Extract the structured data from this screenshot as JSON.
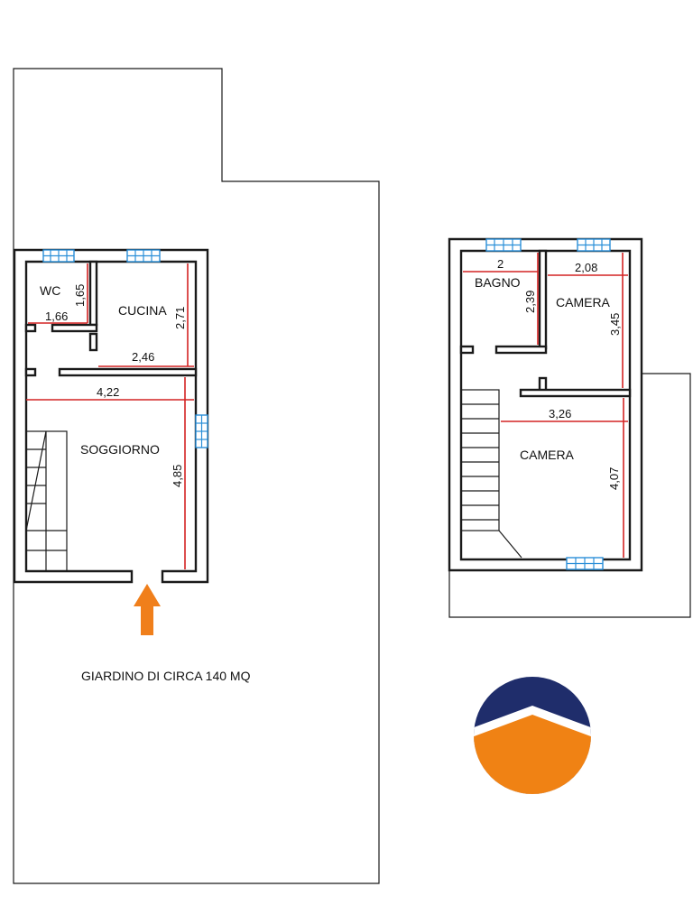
{
  "rooms": {
    "wc": "WC",
    "cucina": "CUCINA",
    "soggiorno": "SOGGIORNO",
    "bagno": "BAGNO",
    "camera_1": "CAMERA",
    "camera_2": "CAMERA"
  },
  "dimensions": {
    "wc_width": "1,66",
    "wc_height": "1,65",
    "cucina_height": "2,71",
    "cucina_width": "2,46",
    "soggiorno_width": "4,22",
    "soggiorno_height": "4,85",
    "bagno_width": "2",
    "bagno_height": "2,39",
    "camera_1_width": "2,08",
    "camera_1_height": "3,45",
    "camera_2_width": "3,26",
    "camera_2_height": "4,07"
  },
  "garden_label": "GIARDINO DI CIRCA 140 MQ",
  "colors": {
    "wall": "#1a1a1a",
    "dimension_line": "#d42323",
    "window": "#2a8fd8",
    "entrance_arrow": "#f07f1b",
    "logo_top": "#1f2d6b",
    "logo_bottom": "#f08214"
  }
}
